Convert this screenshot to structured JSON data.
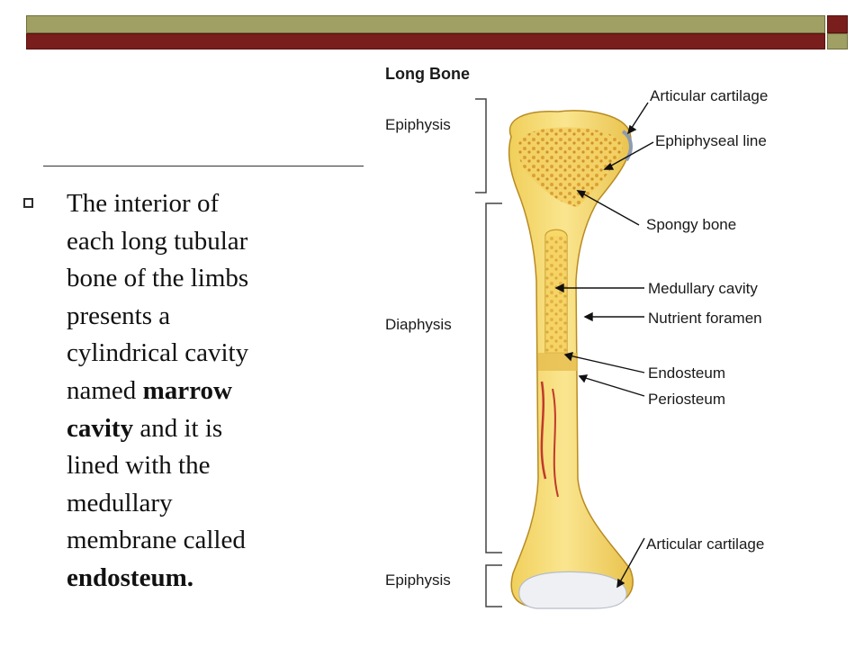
{
  "slide": {
    "body_lines": [
      {
        "pre": "The interior of",
        "bold": "",
        "post": ""
      },
      {
        "pre": "each long tubular",
        "bold": "",
        "post": ""
      },
      {
        "pre": "bone of the limbs",
        "bold": "",
        "post": ""
      },
      {
        "pre": "presents a",
        "bold": "",
        "post": ""
      },
      {
        "pre": "cylindrical cavity",
        "bold": "",
        "post": ""
      },
      {
        "pre": "named ",
        "bold": "marrow",
        "post": ""
      },
      {
        "pre": "",
        "bold": "cavity",
        "post": " and it is"
      },
      {
        "pre": "lined with the",
        "bold": "",
        "post": ""
      },
      {
        "pre": "medullary",
        "bold": "",
        "post": ""
      },
      {
        "pre": "membrane called",
        "bold": "",
        "post": ""
      },
      {
        "pre": "",
        "bold": "endosteum.",
        "post": ""
      }
    ]
  },
  "figure": {
    "title": "Long Bone",
    "labels": {
      "epiphysis_top": "Epiphysis",
      "diaphysis": "Diaphysis",
      "epiphysis_bottom": "Epiphysis",
      "articular_top": "Articular cartilage",
      "epiphyseal_line": "Ephiphyseal line",
      "spongy": "Spongy bone",
      "medullary": "Medullary cavity",
      "nutrient": "Nutrient foramen",
      "endosteum": "Endosteum",
      "periosteum": "Periosteum",
      "articular_bottom": "Articular cartilage"
    }
  },
  "colors": {
    "bar_olive": "#a0a064",
    "bar_maroon": "#7a1d1d",
    "bone": "#f5dc7a",
    "cartilage": "#eef0f4",
    "vessel": "#c0392b"
  }
}
